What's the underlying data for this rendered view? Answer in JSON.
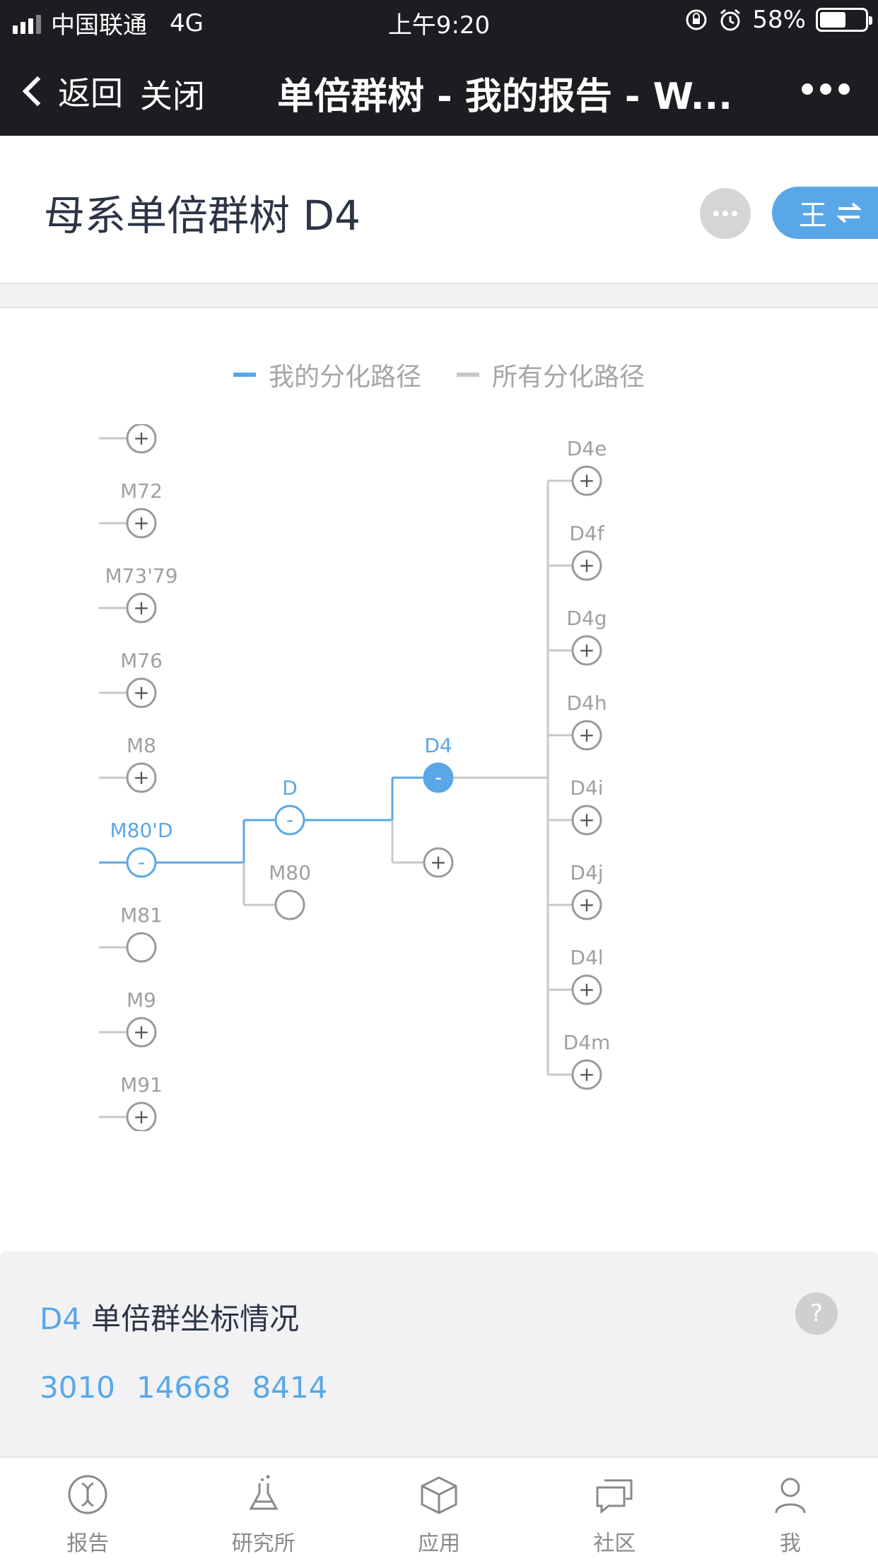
{
  "status_bar": {
    "carrier": "中国联通",
    "network": "4G",
    "time": "上午9:20",
    "battery_percent": "58%",
    "battery_level": 0.58
  },
  "nav": {
    "back_label": "返回",
    "close_label": "关闭",
    "title": "单倍群树 - 我的报告 - W..."
  },
  "header": {
    "title": "母系单倍群树 D4",
    "switch_label": "王"
  },
  "legend": {
    "mine_label": "我的分化路径",
    "all_label": "所有分化路径",
    "mine_color": "#5aa7e8",
    "all_color": "#c8c8c8"
  },
  "tree": {
    "col1": [
      {
        "label": "",
        "symbol": "+"
      },
      {
        "label": "M72",
        "symbol": "+"
      },
      {
        "label": "M73'79",
        "symbol": "+"
      },
      {
        "label": "M76",
        "symbol": "+"
      },
      {
        "label": "M8",
        "symbol": "+"
      },
      {
        "label": "M80'D",
        "symbol": "-",
        "active": true
      },
      {
        "label": "M81",
        "symbol": ""
      },
      {
        "label": "M9",
        "symbol": "+"
      },
      {
        "label": "M91",
        "symbol": "+"
      }
    ],
    "col2": [
      {
        "label": "D",
        "symbol": "-",
        "active": true
      },
      {
        "label": "M80",
        "symbol": ""
      }
    ],
    "col3": [
      {
        "label": "D4",
        "symbol": "-",
        "active": true,
        "filled": true
      },
      {
        "label": "",
        "symbol": "+"
      }
    ],
    "col4": [
      {
        "label": "D4e",
        "symbol": "+"
      },
      {
        "label": "D4f",
        "symbol": "+"
      },
      {
        "label": "D4g",
        "symbol": "+"
      },
      {
        "label": "D4h",
        "symbol": "+"
      },
      {
        "label": "D4i",
        "symbol": "+"
      },
      {
        "label": "D4j",
        "symbol": "+"
      },
      {
        "label": "D4l",
        "symbol": "+"
      },
      {
        "label": "D4m",
        "symbol": "+"
      }
    ]
  },
  "coordinates": {
    "haplogroup": "D4",
    "title": "单倍群坐标情况",
    "help": "?",
    "values": [
      "3010",
      "14668",
      "8414"
    ]
  },
  "tabs": [
    {
      "label": "报告",
      "icon": "dna-icon"
    },
    {
      "label": "研究所",
      "icon": "flask-icon"
    },
    {
      "label": "应用",
      "icon": "box-icon"
    },
    {
      "label": "社区",
      "icon": "chat-icon"
    },
    {
      "label": "我",
      "icon": "person-icon"
    }
  ]
}
